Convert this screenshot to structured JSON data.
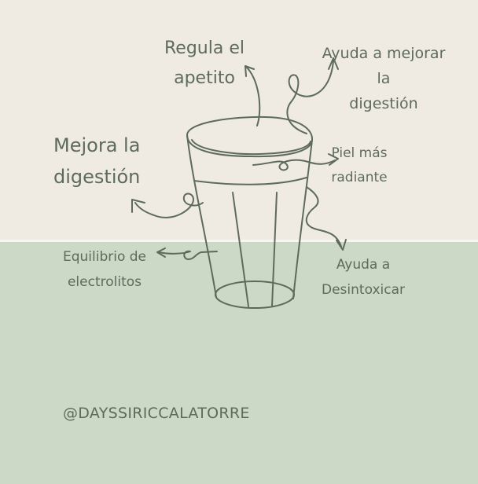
{
  "colors": {
    "top_background": "#efebe2",
    "bottom_background": "#ccd9c6",
    "ink": "#5e6b5c"
  },
  "illustration": {
    "name": "glass-of-water-icon"
  },
  "labels": {
    "regula_line1": "Regula  el",
    "regula_line2": "apetito",
    "ayuda_mejorar_line1": "Ayuda a mejorar",
    "ayuda_mejorar_line2": "la",
    "ayuda_mejorar_line3": "digestión",
    "mejora_line1": "Mejora  la",
    "mejora_line2": "digestión",
    "piel_line1": "Piel más",
    "piel_line2": "radiante",
    "equilibrio_line1": "Equilibrio de",
    "equilibrio_line2": "electrolitos",
    "desintox_line1": "Ayuda a",
    "desintox_line2": "Desintoxicar"
  },
  "handle": "@DAYSSIRICCALATORRE"
}
